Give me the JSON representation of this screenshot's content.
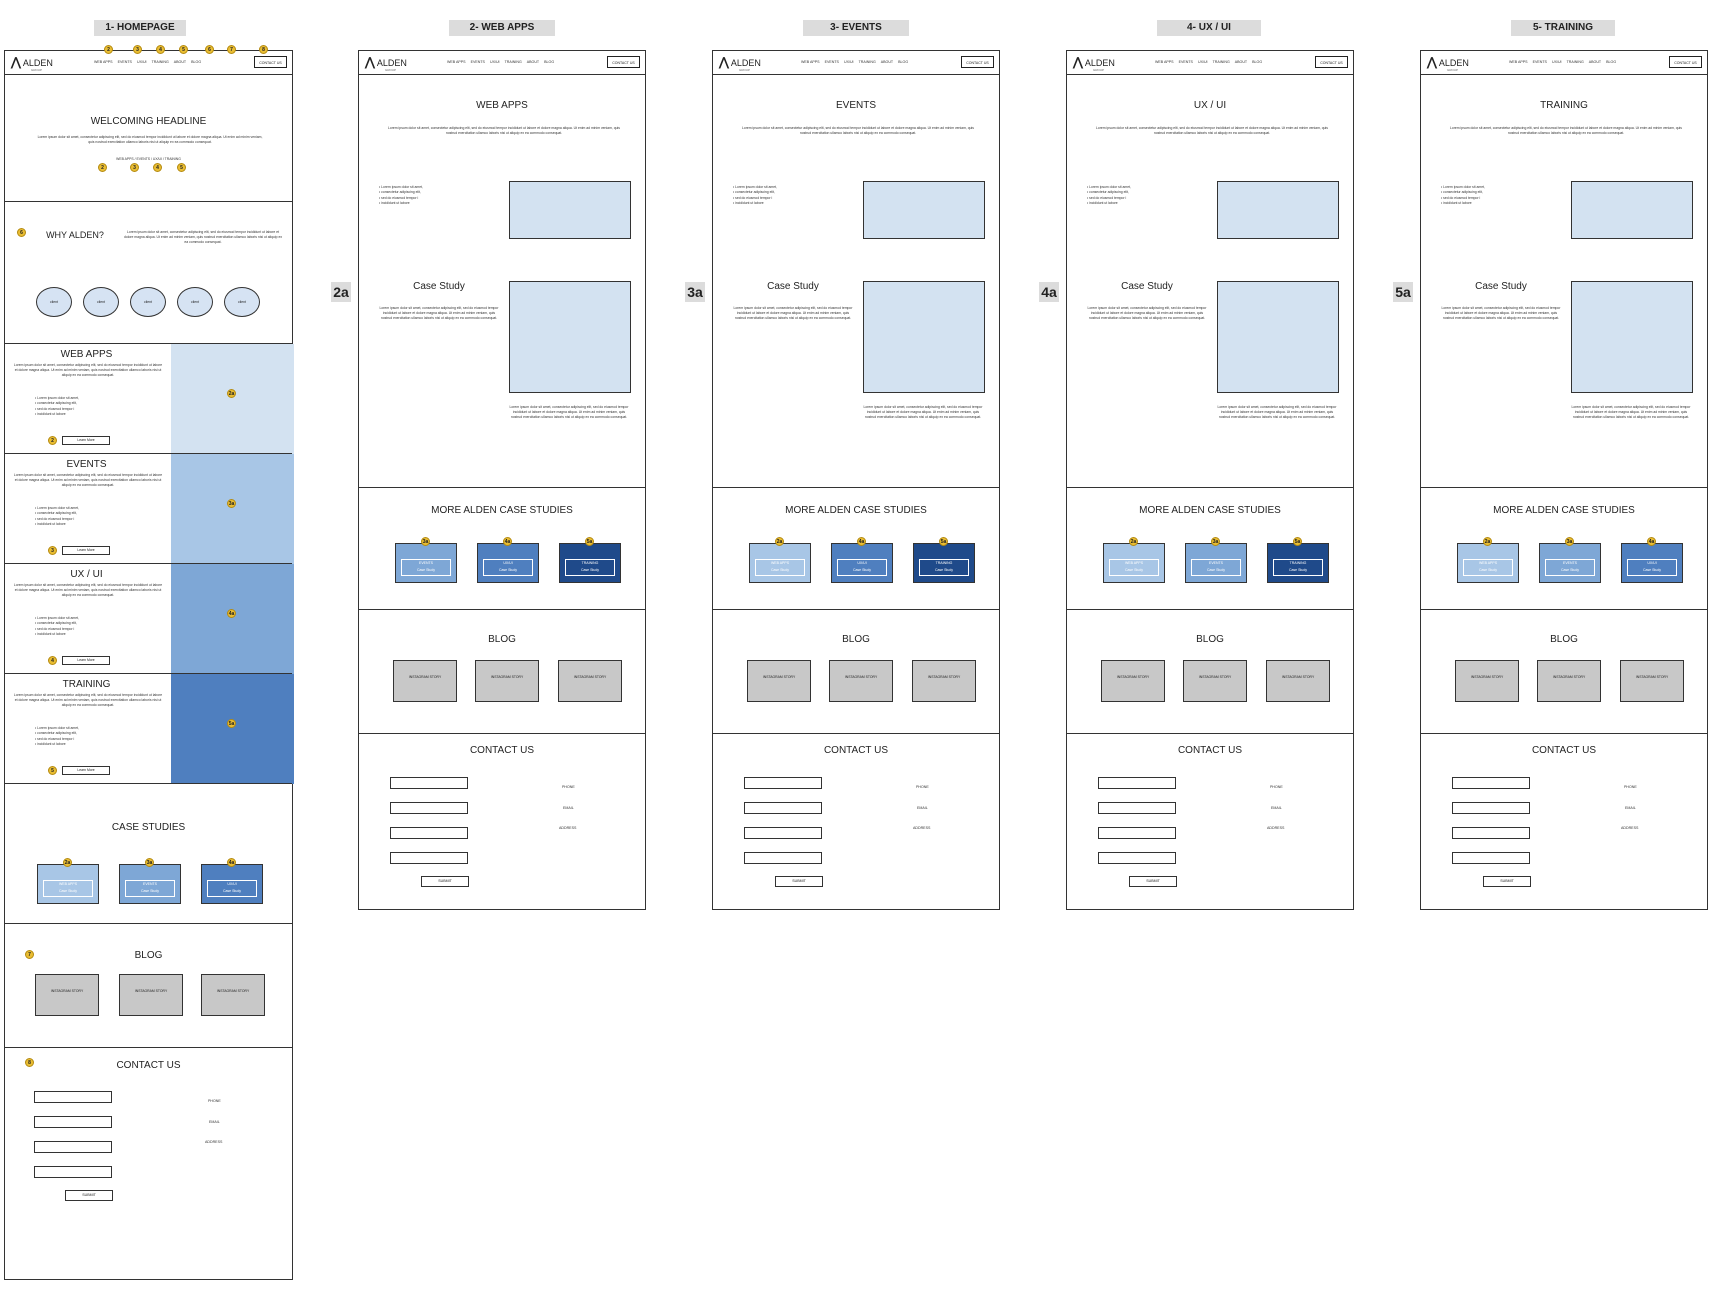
{
  "column_titles": [
    "1- HOMEPAGE",
    "2- WEB APPS",
    "3- EVENTS",
    "4- UX / UI",
    "5- TRAINING"
  ],
  "side_labels": [
    "2a",
    "3a",
    "4a",
    "5a"
  ],
  "logo": {
    "name": "ALDEN",
    "sub": "GROUP"
  },
  "nav": {
    "links": [
      "WEB APPS",
      "EVENTS",
      "UX/UI",
      "TRAINING",
      "ABOUT",
      "BLOG"
    ],
    "contact": "CONTACT US"
  },
  "nav_badges": [
    "2",
    "3",
    "4",
    "5",
    "6",
    "7",
    "8"
  ],
  "lorem": {
    "long": "Lorem ipsum dolor sit amet, consectetur adipiscing elit, sed do eiusmod tempor incididunt ut labore et dolore magna aliqua. Ut enim ad minim veniam, quis nostrud exercitation ullamco laboris nisi ut aliquip ex ea commodo consequat.",
    "bullets": [
      "Lorem ipsum dolor sit amet,",
      "consectetur adipiscing elit,",
      "sed do eiusmod tempor i",
      "incididunt ut labore"
    ]
  },
  "home": {
    "headline": "WELCOMING HEADLINE",
    "links_line": "WEB APPS / EVENTS / UX/UI / TRAINING",
    "links_badges": [
      "2",
      "3",
      "4",
      "5"
    ],
    "why": {
      "badge": "6",
      "title": "WHY ALDEN?",
      "circles": [
        "client",
        "client",
        "client",
        "client",
        "client"
      ]
    },
    "services": [
      {
        "title": "WEB APPS",
        "badge": "2",
        "side_badge": "2a",
        "learn": "Learn More",
        "color": "#d3e2f1"
      },
      {
        "title": "EVENTS",
        "badge": "3",
        "side_badge": "3a",
        "learn": "Learn More",
        "color": "#a8c6e6"
      },
      {
        "title": "UX / UI",
        "badge": "4",
        "side_badge": "4a",
        "learn": "Learn More",
        "color": "#7ea7d6"
      },
      {
        "title": "TRAINING",
        "badge": "5",
        "side_badge": "5a",
        "learn": "Learn More",
        "color": "#4f7fbf"
      }
    ],
    "case_studies": {
      "title": "CASE STUDIES",
      "items": [
        {
          "badge": "2a",
          "l1": "WEB APPS",
          "l2": "Case Study",
          "color": "#a8c6e6"
        },
        {
          "badge": "3a",
          "l1": "EVENTS",
          "l2": "Case Study",
          "color": "#7ea7d6"
        },
        {
          "badge": "4a",
          "l1": "UX/UI",
          "l2": "Case Study",
          "color": "#4f7fbf"
        }
      ]
    },
    "blog": {
      "badge": "7",
      "title": "BLOG",
      "items": [
        "INSTAGRAM STORY",
        "INSTAGRAM STORY",
        "INSTAGRAM STORY"
      ]
    },
    "contact": {
      "badge": "8",
      "title": "CONTACT US"
    }
  },
  "contact_info": {
    "phone": "PHONE",
    "email": "EMAIL",
    "address": "ADDRESS",
    "submit": "SUBMIT"
  },
  "subpages": [
    {
      "title": "WEB APPS",
      "case_study": "Case Study",
      "more": "MORE ALDEN CASE STUDIES",
      "blog": "BLOG",
      "contact": "CONTACT US",
      "cases": [
        {
          "badge": "3a",
          "l1": "EVENTS",
          "l2": "Case Study",
          "color": "#7ea7d6"
        },
        {
          "badge": "4a",
          "l1": "UX/UI",
          "l2": "Case Study",
          "color": "#4f7fbf"
        },
        {
          "badge": "5a",
          "l1": "TRAINING",
          "l2": "Case Study",
          "color": "#1f4a8a"
        }
      ]
    },
    {
      "title": "EVENTS",
      "case_study": "Case Study",
      "more": "MORE ALDEN CASE STUDIES",
      "blog": "BLOG",
      "contact": "CONTACT US",
      "cases": [
        {
          "badge": "2a",
          "l1": "WEB APPS",
          "l2": "Case Study",
          "color": "#a8c6e6"
        },
        {
          "badge": "4a",
          "l1": "UX/UI",
          "l2": "Case Study",
          "color": "#4f7fbf"
        },
        {
          "badge": "5a",
          "l1": "TRAINING",
          "l2": "Case Study",
          "color": "#1f4a8a"
        }
      ]
    },
    {
      "title": "UX / UI",
      "case_study": "Case Study",
      "more": "MORE ALDEN CASE STUDIES",
      "blog": "BLOG",
      "contact": "CONTACT US",
      "cases": [
        {
          "badge": "2a",
          "l1": "WEB APPS",
          "l2": "Case Study",
          "color": "#a8c6e6"
        },
        {
          "badge": "3a",
          "l1": "EVENTS",
          "l2": "Case Study",
          "color": "#7ea7d6"
        },
        {
          "badge": "5a",
          "l1": "TRAINING",
          "l2": "Case Study",
          "color": "#1f4a8a"
        }
      ]
    },
    {
      "title": "TRAINING",
      "case_study": "Case Study",
      "more": "MORE ALDEN CASE STUDIES",
      "blog": "BLOG",
      "contact": "CONTACT US",
      "cases": [
        {
          "badge": "2a",
          "l1": "WEB APPS",
          "l2": "Case Study",
          "color": "#a8c6e6"
        },
        {
          "badge": "3a",
          "l1": "EVENTS",
          "l2": "Case Study",
          "color": "#7ea7d6"
        },
        {
          "badge": "4a",
          "l1": "UX/UI",
          "l2": "Case Study",
          "color": "#4f7fbf"
        }
      ]
    }
  ]
}
